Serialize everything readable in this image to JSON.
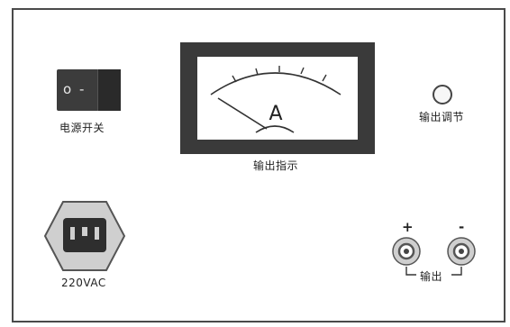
{
  "power_switch": {
    "label": "电源开关",
    "on_symbol": "o",
    "off_symbol": "-"
  },
  "meter": {
    "unit": "A",
    "label": "输出指示"
  },
  "output_knob": {
    "label": "输出调节"
  },
  "power_inlet": {
    "label": "220VAC"
  },
  "output_terminals": {
    "label": "输出",
    "positive": "+",
    "negative": "-"
  }
}
